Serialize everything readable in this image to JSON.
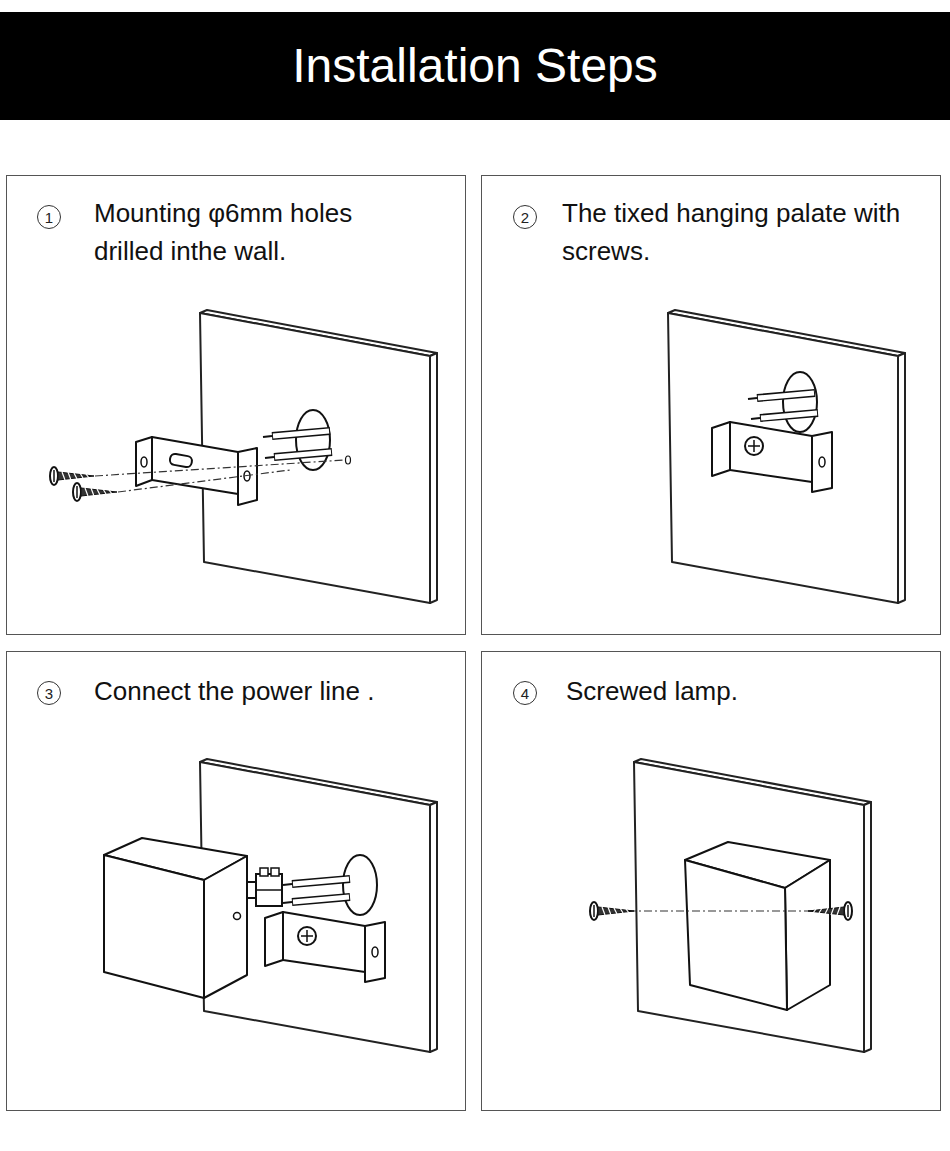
{
  "diagram": {
    "title": "Installation Steps",
    "nodes": [
      {
        "text": [
          "Mounting φ6mm holes drilled inthe wall."
        ]
      },
      {
        "text": [
          "1"
        ],
        "in": 0
      },
      {
        "text": [
          "The tixed hanging palate with screws."
        ]
      },
      {
        "text": [
          "2"
        ],
        "in": 2
      },
      {
        "text": [
          "Connect the power line ."
        ]
      },
      {
        "text": [
          "3"
        ],
        "in": 4
      },
      {
        "text": [
          "Screwed lamp."
        ]
      },
      {
        "text": [
          "4"
        ],
        "in": 6
      }
    ]
  }
}
